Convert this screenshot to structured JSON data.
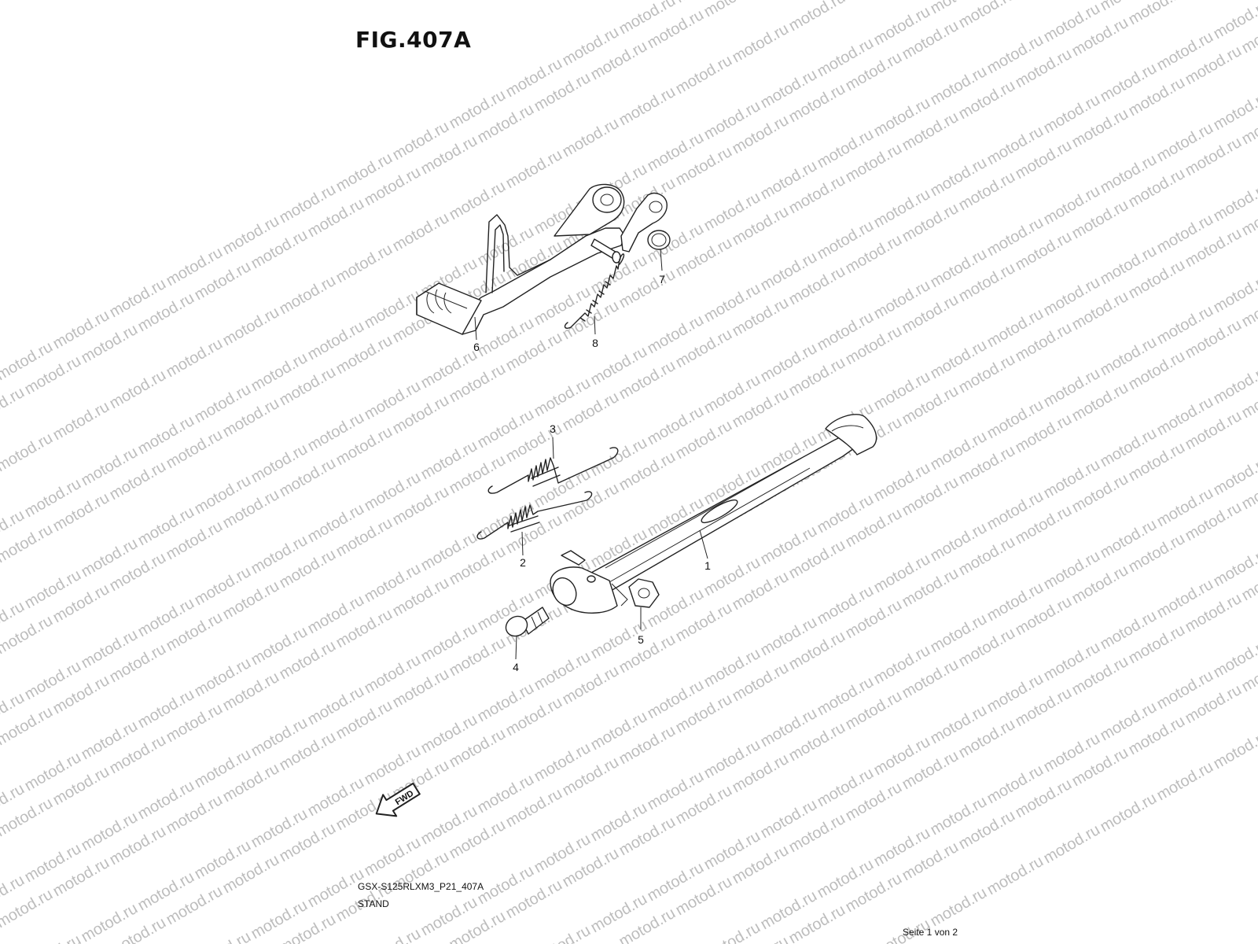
{
  "figure": {
    "title": "FIG.407A",
    "drawing_code": "GSX-S125RLXM3_P21_407A",
    "section_name": "STAND",
    "page_info": "Seite 1 von 2",
    "watermark": "motod.ru"
  },
  "callouts": [
    "1",
    "2",
    "3",
    "4",
    "5",
    "6",
    "7",
    "8"
  ],
  "direction_arrow": {
    "label": "FWD",
    "icon": "forward-arrow-icon"
  },
  "colors": {
    "ink": "#222222",
    "watermark": "#bdbdbd",
    "background": "#ffffff"
  }
}
